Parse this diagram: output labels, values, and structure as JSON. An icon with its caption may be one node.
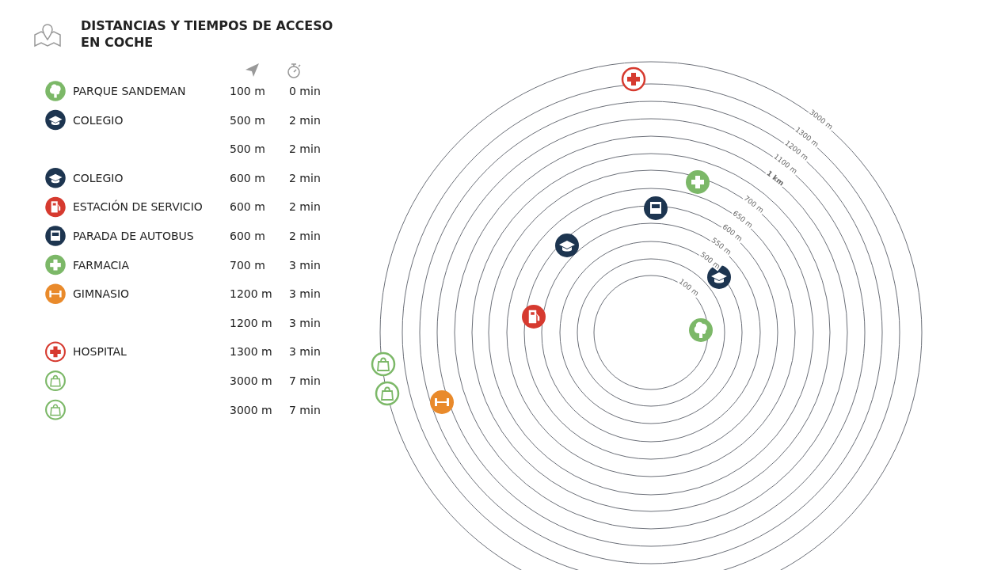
{
  "diagram": {
    "title": "DISTANCIAS Y TIEMPOS DE ACCESO EN COCHE",
    "labels": [
      "PARQUE SANDEMAN",
      "100 m",
      "0 min",
      "COLEGIO",
      "500 m",
      "2 min",
      "500 m",
      "2 min",
      "COLEGIO",
      "600 m",
      "2 min",
      "ESTACIÓN DE SERVICIO",
      "600 m",
      "2 min",
      "PARADA DE AUTOBUS",
      "600 m",
      "2 min",
      "FARMACIA",
      "700 m",
      "3 min",
      "GIMNASIO",
      "1200 m",
      "3 min",
      "1200 m",
      "3 min",
      "HOSPITAL",
      "1300 m",
      "3 min",
      "3000 m",
      "7 min",
      "3000 m",
      "7 min",
      "3000 m",
      "1300 m",
      "1200 m",
      "1100 m",
      "1 km",
      "700 m",
      "650 m",
      "600 m",
      "550 m",
      "500 m",
      "100 m"
    ]
  }
}
